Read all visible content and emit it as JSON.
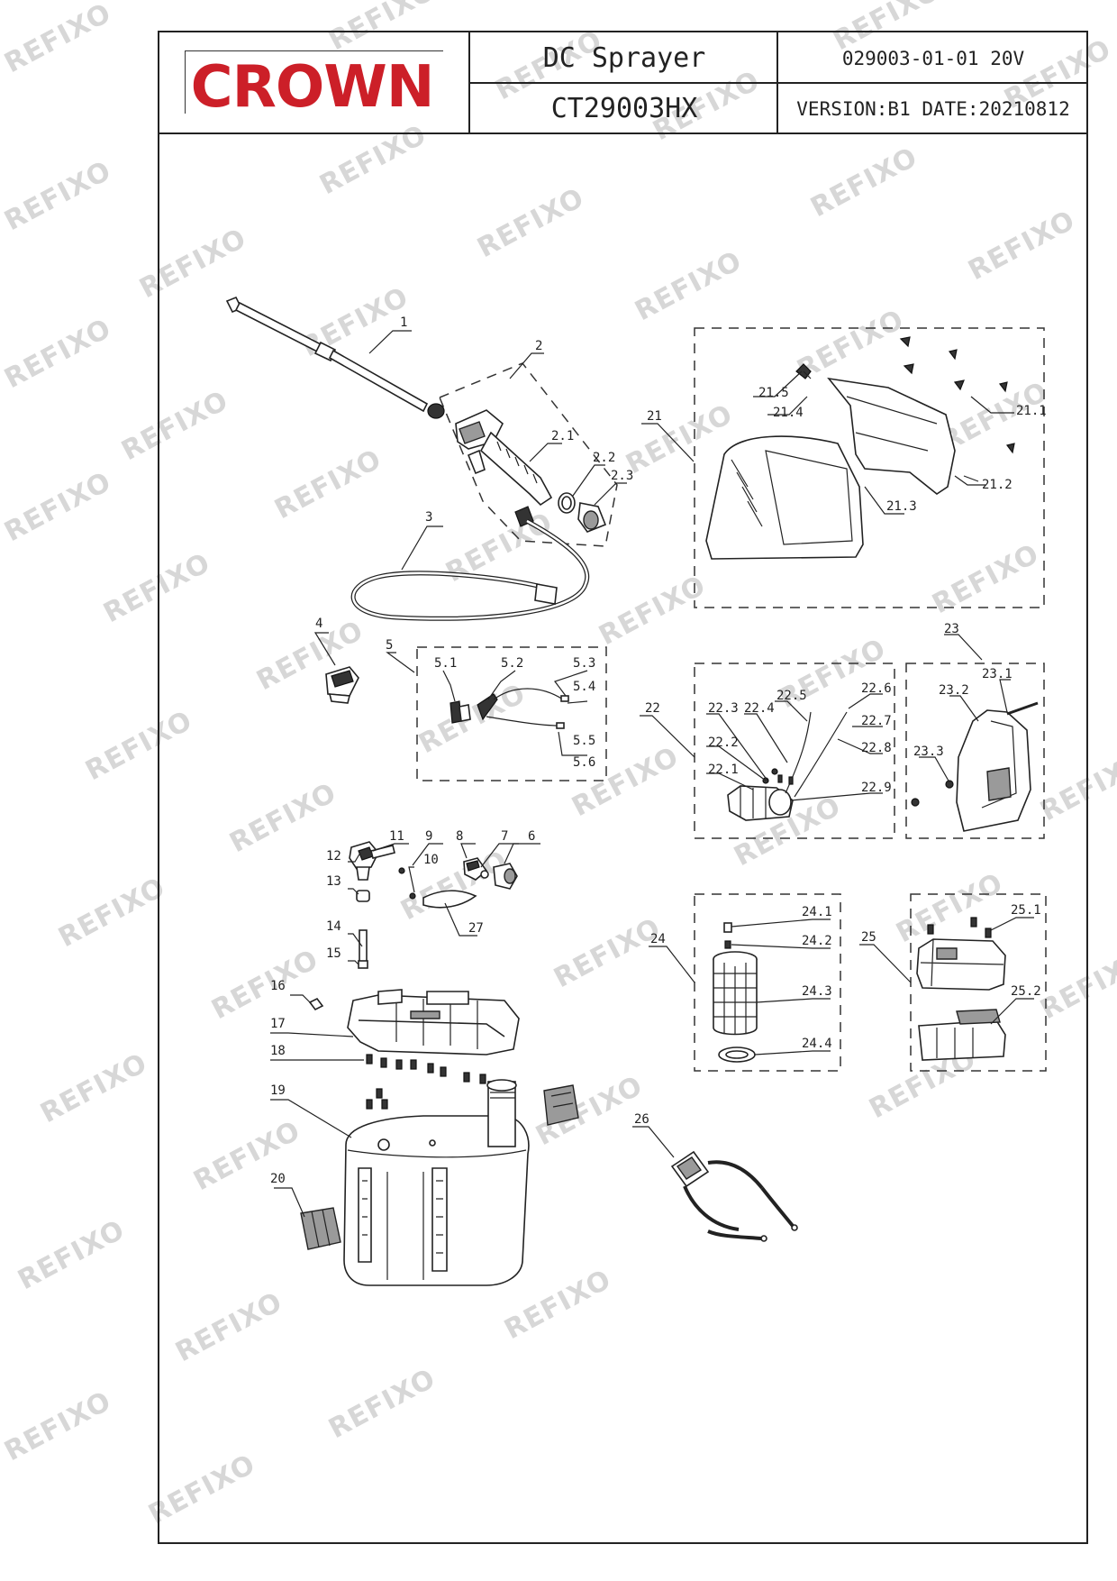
{
  "header": {
    "brand": "CROWN",
    "product_name": "DC Sprayer",
    "model": "CT29003HX",
    "document_code": "029003-01-01 20V",
    "version_date": "VERSION:B1 DATE:20210812"
  },
  "watermark": "REFIXO",
  "colors": {
    "brand_red": "#cc1f28",
    "line": "#222222",
    "watermark": "#d7d7d7"
  },
  "parts": {
    "p1": "1",
    "p2": "2",
    "p2_1": "2.1",
    "p2_2": "2.2",
    "p2_3": "2.3",
    "p3": "3",
    "p4": "4",
    "p5": "5",
    "p5_1": "5.1",
    "p5_2": "5.2",
    "p5_3": "5.3",
    "p5_4": "5.4",
    "p5_5": "5.5",
    "p5_6": "5.6",
    "p6": "6",
    "p7": "7",
    "p8": "8",
    "p9": "9",
    "p10": "10",
    "p11": "11",
    "p12": "12",
    "p13": "13",
    "p14": "14",
    "p15": "15",
    "p16": "16",
    "p17": "17",
    "p18": "18",
    "p19": "19",
    "p20": "20",
    "p21": "21",
    "p21_1": "21.1",
    "p21_2": "21.2",
    "p21_3": "21.3",
    "p21_4": "21.4",
    "p21_5": "21.5",
    "p22": "22",
    "p22_1": "22.1",
    "p22_2": "22.2",
    "p22_3": "22.3",
    "p22_4": "22.4",
    "p22_5": "22.5",
    "p22_6": "22.6",
    "p22_7": "22.7",
    "p22_8": "22.8",
    "p22_9": "22.9",
    "p23": "23",
    "p23_1": "23.1",
    "p23_2": "23.2",
    "p23_3": "23.3",
    "p24": "24",
    "p24_1": "24.1",
    "p24_2": "24.2",
    "p24_3": "24.3",
    "p24_4": "24.4",
    "p25": "25",
    "p25_1": "25.1",
    "p25_2": "25.2",
    "p26": "26",
    "p27": "27"
  }
}
